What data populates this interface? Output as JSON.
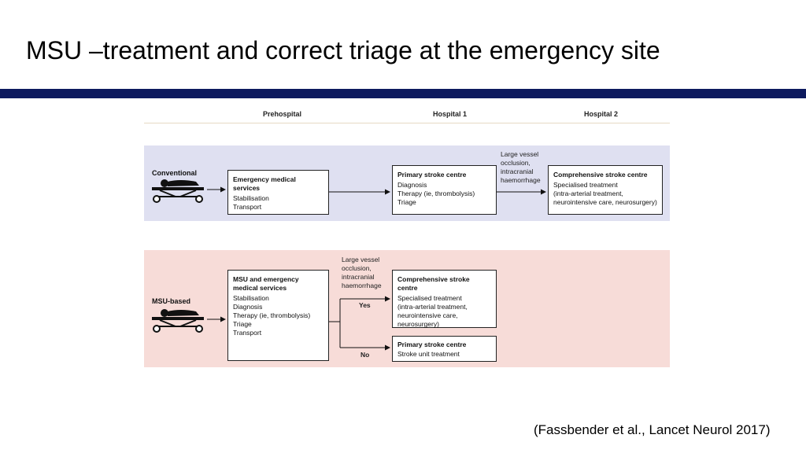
{
  "slide": {
    "title": "MSU –treatment and correct triage at the emergency site",
    "citation": "(Fassbender et al., Lancet Neurol 2017)"
  },
  "columns": {
    "prehospital": "Prehospital",
    "hospital1": "Hospital 1",
    "hospital2": "Hospital 2"
  },
  "conventional": {
    "label": "Conventional",
    "ems": {
      "title": "Emergency medical services",
      "lines": [
        "Stabilisation",
        "Transport"
      ]
    },
    "primary": {
      "title": "Primary stroke centre",
      "lines": [
        "Diagnosis",
        "Therapy (ie, thrombolysis)",
        "Triage"
      ]
    },
    "condition": [
      "Large vessel",
      "occlusion,",
      "intracranial",
      "haemorrhage"
    ],
    "comprehensive": {
      "title": "Comprehensive stroke centre",
      "lines": [
        "Specialised treatment",
        "(intra-arterial treatment,",
        "neurointensive care, neurosurgery)"
      ]
    }
  },
  "msu": {
    "label": "MSU-based",
    "msu_box": {
      "title_lines": [
        "MSU and emergency",
        "medical services"
      ],
      "lines": [
        "Stabilisation",
        "Diagnosis",
        "Therapy (ie, thrombolysis)",
        "Triage",
        "Transport"
      ]
    },
    "condition": [
      "Large vessel",
      "occlusion,",
      "intracranial",
      "haemorrhage"
    ],
    "yes": "Yes",
    "no": "No",
    "comprehensive": {
      "title": "Comprehensive stroke centre",
      "lines": [
        "Specialised treatment",
        "(intra-arterial treatment,",
        "neurointensive care,",
        "neurosurgery)"
      ]
    },
    "primary": {
      "title": "Primary stroke centre",
      "lines": [
        "Stroke unit treatment"
      ]
    }
  },
  "colors": {
    "title_bar": "#0d1a5e",
    "conventional_panel": "#dfe0f1",
    "msu_panel": "#f7dcd8"
  },
  "icons": [
    "patient-stretcher-icon"
  ]
}
